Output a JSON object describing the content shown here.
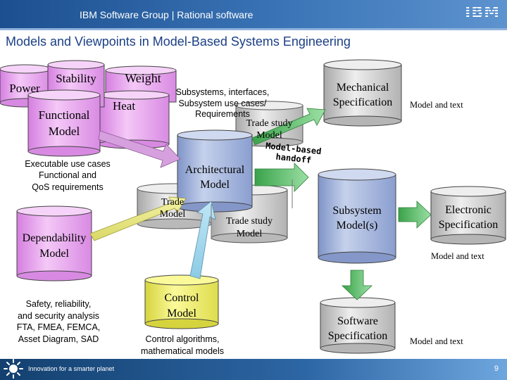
{
  "header": {
    "title": "IBM Software Group | Rational software",
    "logo": "IBM"
  },
  "slide_title": "Models and Viewpoints in Model-Based Systems Engineering",
  "nodes": {
    "power": "Power",
    "stability": "Stability",
    "weight": "Weight",
    "heat": "Heat",
    "functional_model": [
      "Functional",
      "Model"
    ],
    "architectural_model": [
      "Architectural",
      "Model"
    ],
    "trade_model": [
      "Trade",
      "Model"
    ],
    "trade_study_model_center": [
      "Trade study",
      "Model"
    ],
    "trade_study_model_top": [
      "Trade study",
      "Model"
    ],
    "mechanical_specification": [
      "Mechanical",
      "Specification"
    ],
    "subsystem_models": [
      "Subsystem",
      "Model(s)"
    ],
    "electronic_specification": [
      "Electronic",
      "Specification"
    ],
    "software_specification": [
      "Software",
      "Specification"
    ],
    "dependability_model": [
      "Dependability",
      "Model"
    ],
    "control_model": [
      "Control",
      "Model"
    ]
  },
  "annotations": {
    "executable_use_cases": [
      "Executable use cases",
      "Functional and",
      "QoS requirements"
    ],
    "subsystems_interfaces": [
      "Subsystems, interfaces,",
      "Subsystem use cases/",
      "Requirements"
    ],
    "model_based_handoff": [
      "Model-based",
      "handoff"
    ],
    "model_and_text_mechanical": "Model and text",
    "model_and_text_electronic": "Model and text",
    "model_and_text_software": "Model and text",
    "safety_reliability": [
      "Safety, reliability,",
      "and security analysis",
      "FTA, FMEA, FEMCA,",
      "Asset Diagram, SAD"
    ],
    "control_algorithms": [
      "Control algorithms,",
      "mathematical models"
    ]
  },
  "footer": {
    "tagline": "Innovation for a smarter planet",
    "page_number": "9"
  },
  "colors": {
    "header_blue": "#1c4f8f",
    "title_blue": "#1b3f86",
    "cylinder_blue": "#a9b9de",
    "cylinder_magenta": "#e9a8f0",
    "cylinder_yellow": "#f2f06a",
    "cylinder_gray": "#d9d9d9",
    "arrow_green": "#4fb85c"
  },
  "icons": [
    "globe-icon",
    "arrow-icon"
  ]
}
